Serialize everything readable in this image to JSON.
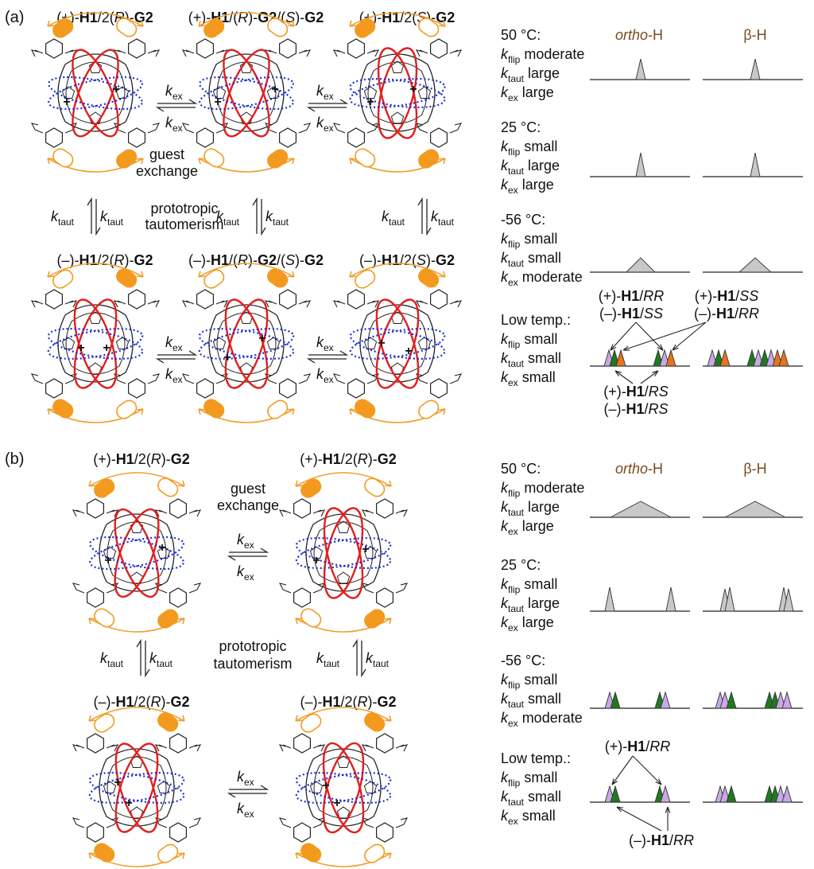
{
  "panel_a": {
    "label": "(a)",
    "molecules": [
      {
        "title": [
          "(+)-",
          "H1",
          "/2(",
          "R",
          ")-",
          "G2"
        ]
      },
      {
        "title": [
          "(+)-",
          "H1",
          "/(",
          "R",
          ")-",
          "G2",
          "/(",
          "S",
          ")-",
          "G2"
        ]
      },
      {
        "title": [
          "(+)-",
          "H1",
          "/2(",
          "S",
          ")-",
          "G2"
        ]
      },
      {
        "title": [
          "(–)-",
          "H1",
          "/2(",
          "R",
          ")-",
          "G2"
        ]
      },
      {
        "title": [
          "(–)-",
          "H1",
          "/(",
          "R",
          ")-",
          "G2",
          "/(",
          "S",
          ")-",
          "G2"
        ]
      },
      {
        "title": [
          "(–)-",
          "H1",
          "/2(",
          "S",
          ")-",
          "G2"
        ]
      }
    ],
    "guest_exchange": [
      "guest",
      "exchange"
    ],
    "tautomerism": [
      "prototropic",
      "tautomerism"
    ],
    "rate_ex": [
      "k",
      "ex"
    ],
    "rate_taut": [
      "k",
      "taut"
    ],
    "col_ortho": [
      "ortho",
      "-H"
    ],
    "col_beta": "β-H",
    "conditions": [
      {
        "temp": "50 °C:",
        "flip": "moderate",
        "taut": "large",
        "ex": "large"
      },
      {
        "temp": "25 °C:",
        "flip": "small",
        "taut": "large",
        "ex": "large"
      },
      {
        "temp": "-56 °C:",
        "flip": "small",
        "taut": "small",
        "ex": "moderate"
      },
      {
        "temp": "Low temp.:",
        "flip": "small",
        "taut": "small",
        "ex": "small"
      }
    ],
    "annotations": {
      "rr_ss": [
        [
          "(+)-",
          "H1",
          "/",
          "RR"
        ],
        [
          "(–)-",
          "H1",
          "/",
          "SS"
        ]
      ],
      "ss_rr": [
        [
          "(+)-",
          "H1",
          "/",
          "SS"
        ],
        [
          "(–)-",
          "H1",
          "/",
          "RR"
        ]
      ],
      "rs": [
        [
          "(+)-",
          "H1",
          "/",
          "RS"
        ],
        [
          "(–)-",
          "H1",
          "/",
          "RS"
        ]
      ]
    }
  },
  "panel_b": {
    "label": "(b)",
    "molecules": [
      {
        "title": [
          "(+)-",
          "H1",
          "/2(",
          "R",
          ")-",
          "G2"
        ]
      },
      {
        "title": [
          "(+)-",
          "H1",
          "/2(",
          "R",
          ")-",
          "G2"
        ]
      },
      {
        "title": [
          "(–)-",
          "H1",
          "/2(",
          "R",
          ")-",
          "G2"
        ]
      },
      {
        "title": [
          "(–)-",
          "H1",
          "/2(",
          "R",
          ")-",
          "G2"
        ]
      }
    ],
    "guest_exchange": [
      "guest",
      "exchange"
    ],
    "tautomerism": [
      "prototropic",
      "tautomerism"
    ],
    "conditions": [
      {
        "temp": "50 °C:",
        "flip": "moderate",
        "taut": "large",
        "ex": "large"
      },
      {
        "temp": "25 °C:",
        "flip": "small",
        "taut": "large",
        "ex": "large"
      },
      {
        "temp": "-56 °C:",
        "flip": "small",
        "taut": "small",
        "ex": "moderate"
      },
      {
        "temp": "Low temp.:",
        "flip": "small",
        "taut": "small",
        "ex": "small"
      }
    ],
    "annotations": {
      "plus_rr": [
        "(+)-",
        "H1",
        "/",
        "RR"
      ],
      "minus_rr": [
        "(–)-",
        "H1",
        "/",
        "RR"
      ]
    }
  },
  "rate_names": {
    "k": "k",
    "flip": "flip",
    "taut": "taut",
    "ex": "ex"
  },
  "colors": {
    "gray_peak": "#c8c8c8",
    "purple": "#c9a8e8",
    "green": "#1f7a1f",
    "orange": "#e8731c",
    "red_loop": "#e02020",
    "blue_loop": "#1a2fd0",
    "orange_group": "#f39a1e",
    "orange_arrow": "#f0a030",
    "brown_text": "#7a4a1e"
  }
}
